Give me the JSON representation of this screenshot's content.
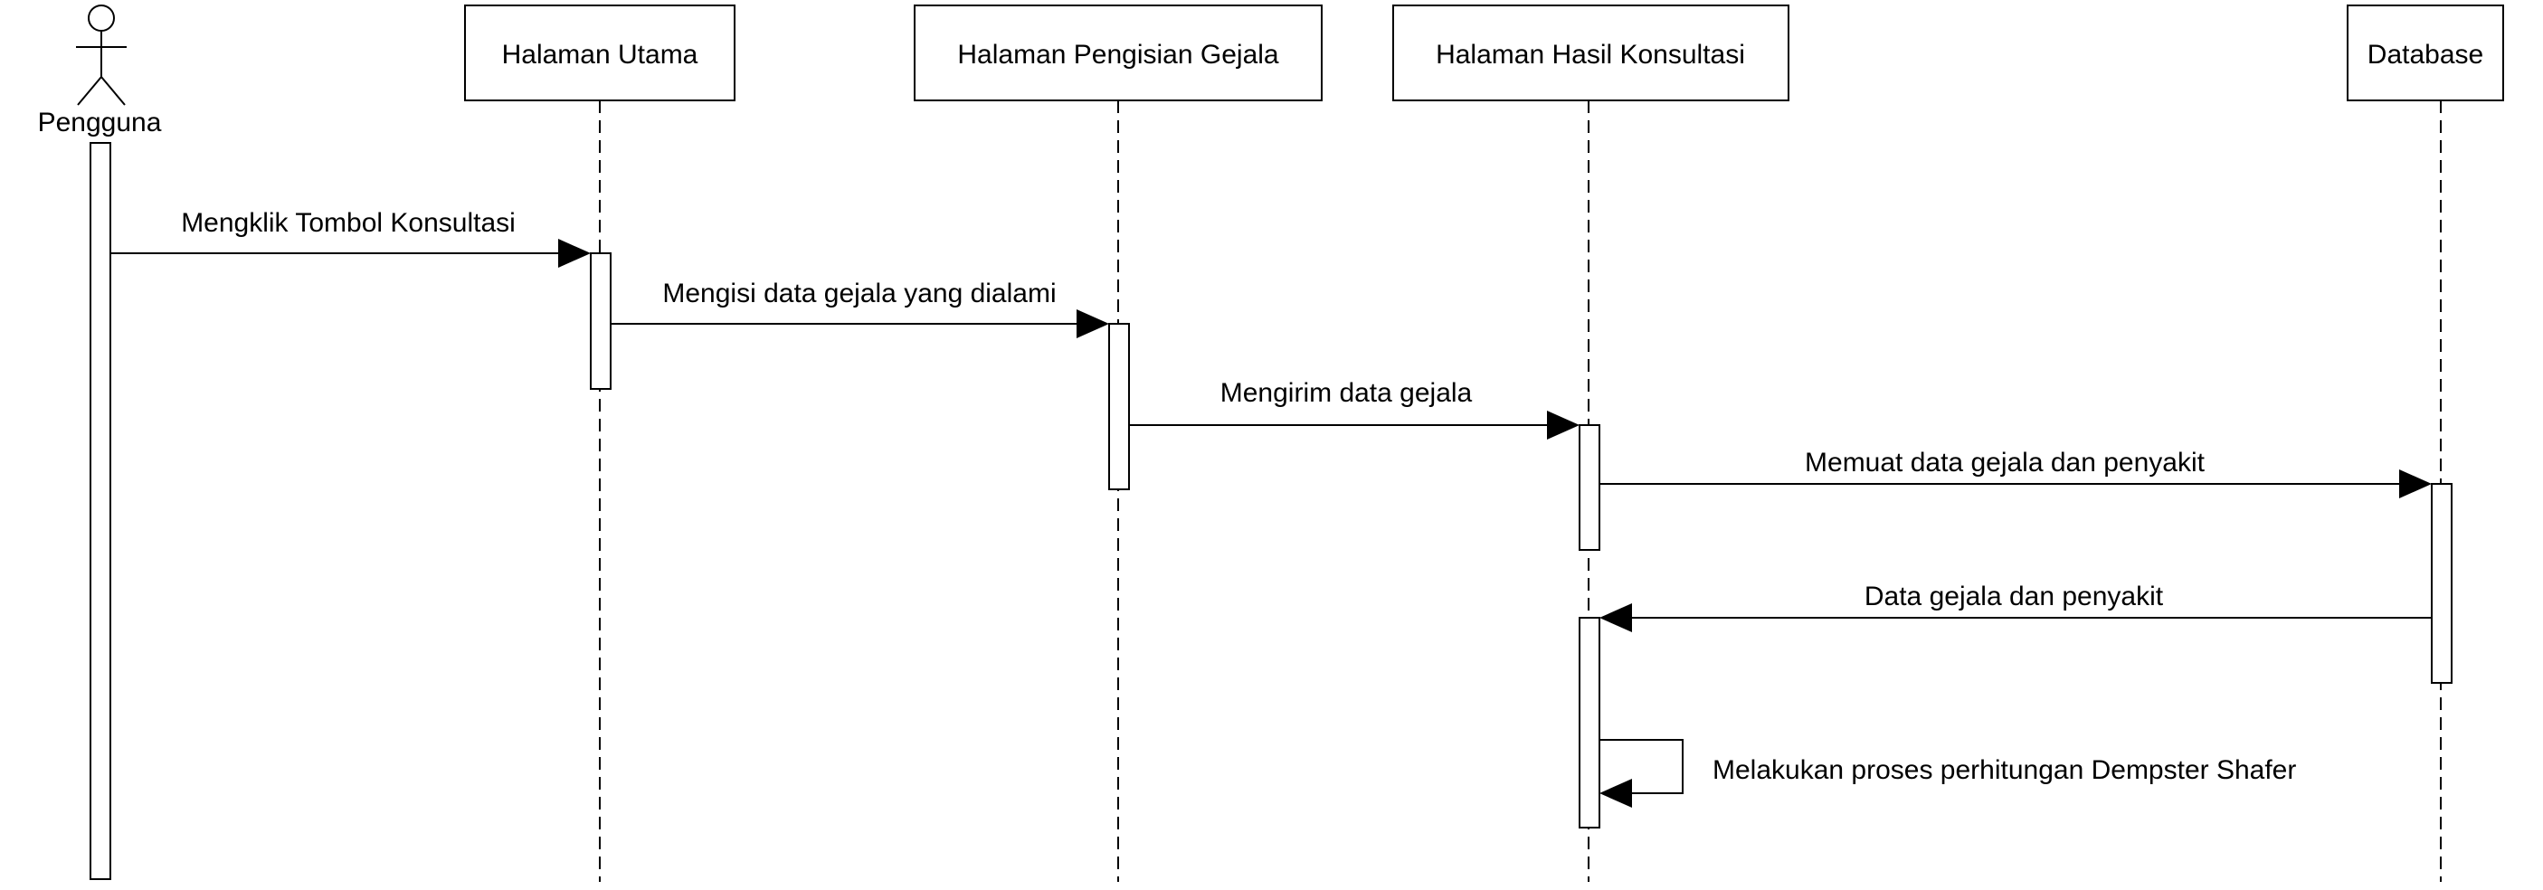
{
  "actor": {
    "label": "Pengguna",
    "icon": "stick-figure-actor-icon"
  },
  "participants": [
    {
      "id": "utama",
      "label": "Halaman Utama"
    },
    {
      "id": "pengisian",
      "label": "Halaman Pengisian Gejala"
    },
    {
      "id": "hasil",
      "label": "Halaman Hasil Konsultasi"
    },
    {
      "id": "db",
      "label": "Database"
    }
  ],
  "messages": [
    {
      "from": "Pengguna",
      "to": "Halaman Utama",
      "label": "Mengklik Tombol Konsultasi"
    },
    {
      "from": "Halaman Utama",
      "to": "Halaman Pengisian Gejala",
      "label": "Mengisi data gejala yang dialami"
    },
    {
      "from": "Halaman Pengisian Gejala",
      "to": "Halaman Hasil Konsultasi",
      "label": "Mengirim data gejala"
    },
    {
      "from": "Halaman Hasil Konsultasi",
      "to": "Database",
      "label": "Memuat data gejala dan penyakit"
    },
    {
      "from": "Database",
      "to": "Halaman Hasil Konsultasi",
      "label": "Data gejala dan penyakit"
    },
    {
      "from": "Halaman Hasil Konsultasi",
      "to": "Halaman Hasil Konsultasi",
      "label": "Melakukan proses perhitungan Dempster Shafer"
    }
  ]
}
